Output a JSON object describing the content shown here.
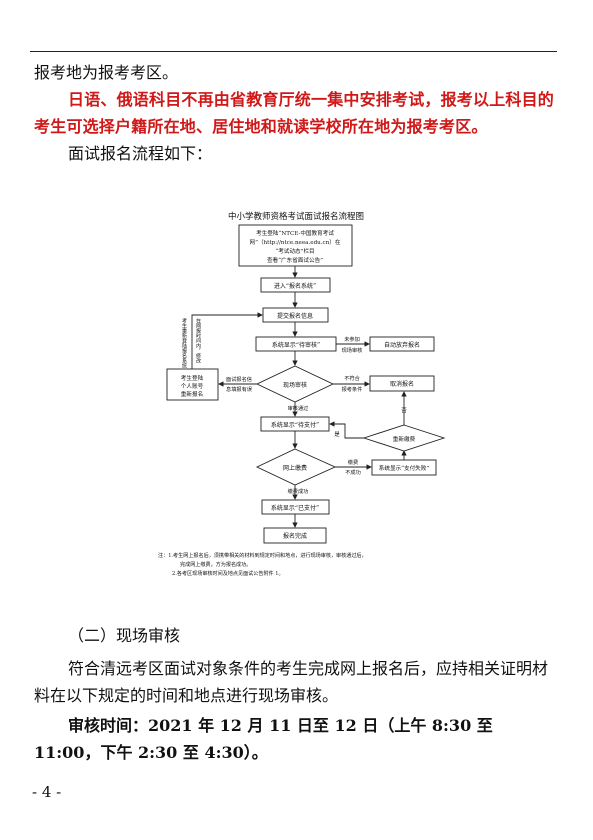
{
  "page": {
    "line1": "报考地为报考考区。",
    "red_notice": "日语、俄语科目不再由省教育厅统一集中安排考试，报考以上科目的考生可选择户籍所在地、居住地和就读学校所在地为报考考区。",
    "flow_intro": "面试报名流程如下：",
    "section_heading": "（二）现场审核",
    "para_review": "符合清远考区面试对象条件的考生完成网上报名后，应持相关证明材料在以下规定的时间和地点进行现场审核。",
    "review_time": "审核时间：2021 年 12 月 11 日至 12 日（上午 8:30 至 11:00，下午 2:30 至 4:30）。",
    "page_number": "- 4 -"
  },
  "flowchart": {
    "title": "中小学教师资格考试面试报名流程图",
    "start_line1": "考生登陆“NTCE-中国教育考试",
    "start_line2": "网”（http://ntce.neea.edu.cn）在",
    "start_line3": "“考试动态”栏目",
    "start_line4": "查看“广东省面试公告”",
    "enter_system": "进入“报名系统”",
    "submit_info": "提交报名信息",
    "pending_review": "系统显示“待审核”",
    "not_attend_1": "未参加",
    "not_attend_2": "现场审核",
    "auto_abandon": "自动放弃报名",
    "site_review": "现场审核",
    "not_qualified_1": "不符合",
    "not_qualified_2": "报考条件",
    "rejected": "取消报名",
    "info_error_1": "面试报名信",
    "info_error_2": "息填报有误",
    "relogin_1": "考生登陆",
    "relogin_2": "个人账号",
    "relogin_3": "重新报名",
    "within_time": "在网报时间内，修改",
    "relogin_vertical": "考生重新登陆报名系统",
    "review_passed": "审核通过",
    "pending_payment": "系统显示“待支付”",
    "yes_label": "是",
    "no_label": "否",
    "repay": "重新缴费",
    "online_pay": "网上缴费",
    "pay_failed_1": "缴费",
    "pay_failed_2": "不成功",
    "pay_failed_status": "系统显示“支付失败”",
    "pay_success": "缴费成功",
    "paid": "系统显示“已支付”",
    "done": "报名完成",
    "note_1": "注：1.考生网上报名后，须携带相关的材料到规定时间和地点，进行现场审核，审核通过后，",
    "note_2": "完成网上缴费，方为报名成功。",
    "note_3": "2.各考区现场审核时间及地点见面试公告附件 1。"
  }
}
